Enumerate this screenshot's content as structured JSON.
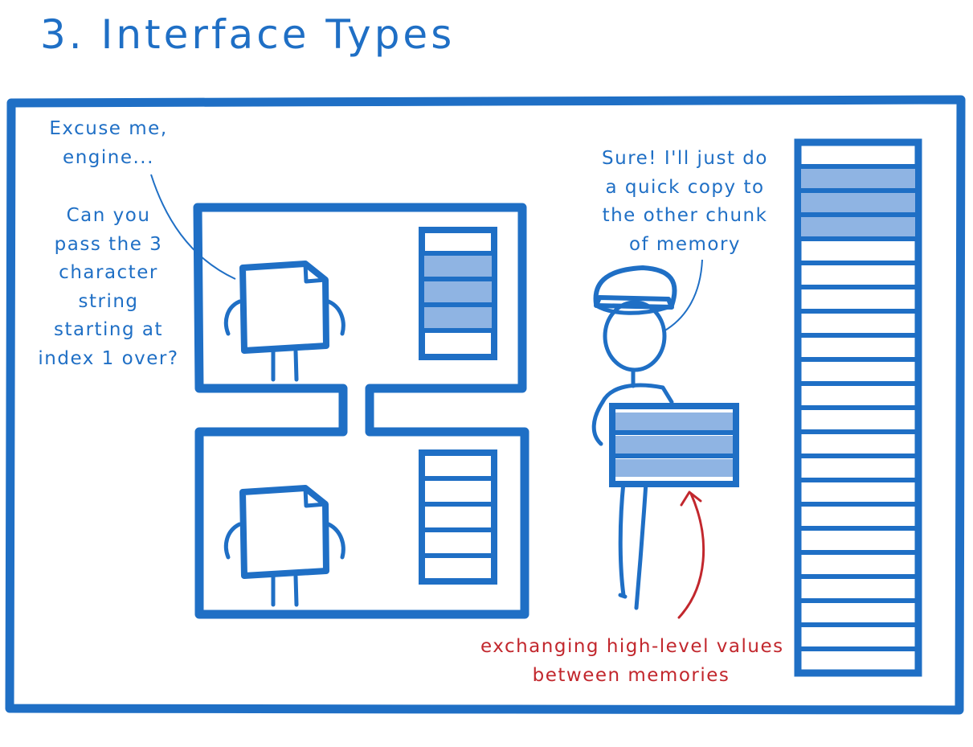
{
  "title": "3. Interface Types",
  "speech_engine_call": [
    "Excuse me,",
    "engine..."
  ],
  "speech_request": [
    "Can you",
    "pass the 3",
    "character",
    "string",
    "starting at",
    "index 1 over?"
  ],
  "speech_reply": [
    "Sure! I'll just do",
    "a quick copy to",
    "the other chunk",
    "of memory"
  ],
  "annotation": [
    "exchanging high-level values",
    "between memories"
  ],
  "colors": {
    "ink": "#1f6fc5",
    "fill": "#8fb4e3",
    "annotation": "#c2272d"
  },
  "memory_blocks": {
    "upper_module": {
      "rows": 5,
      "highlighted": [
        1,
        2,
        3
      ]
    },
    "lower_module": {
      "rows": 5,
      "highlighted": []
    },
    "carried_box": {
      "rows": 3,
      "highlighted": [
        0,
        1,
        2
      ]
    },
    "large_memory": {
      "rows": 22,
      "highlighted": [
        1,
        2,
        3
      ]
    }
  }
}
